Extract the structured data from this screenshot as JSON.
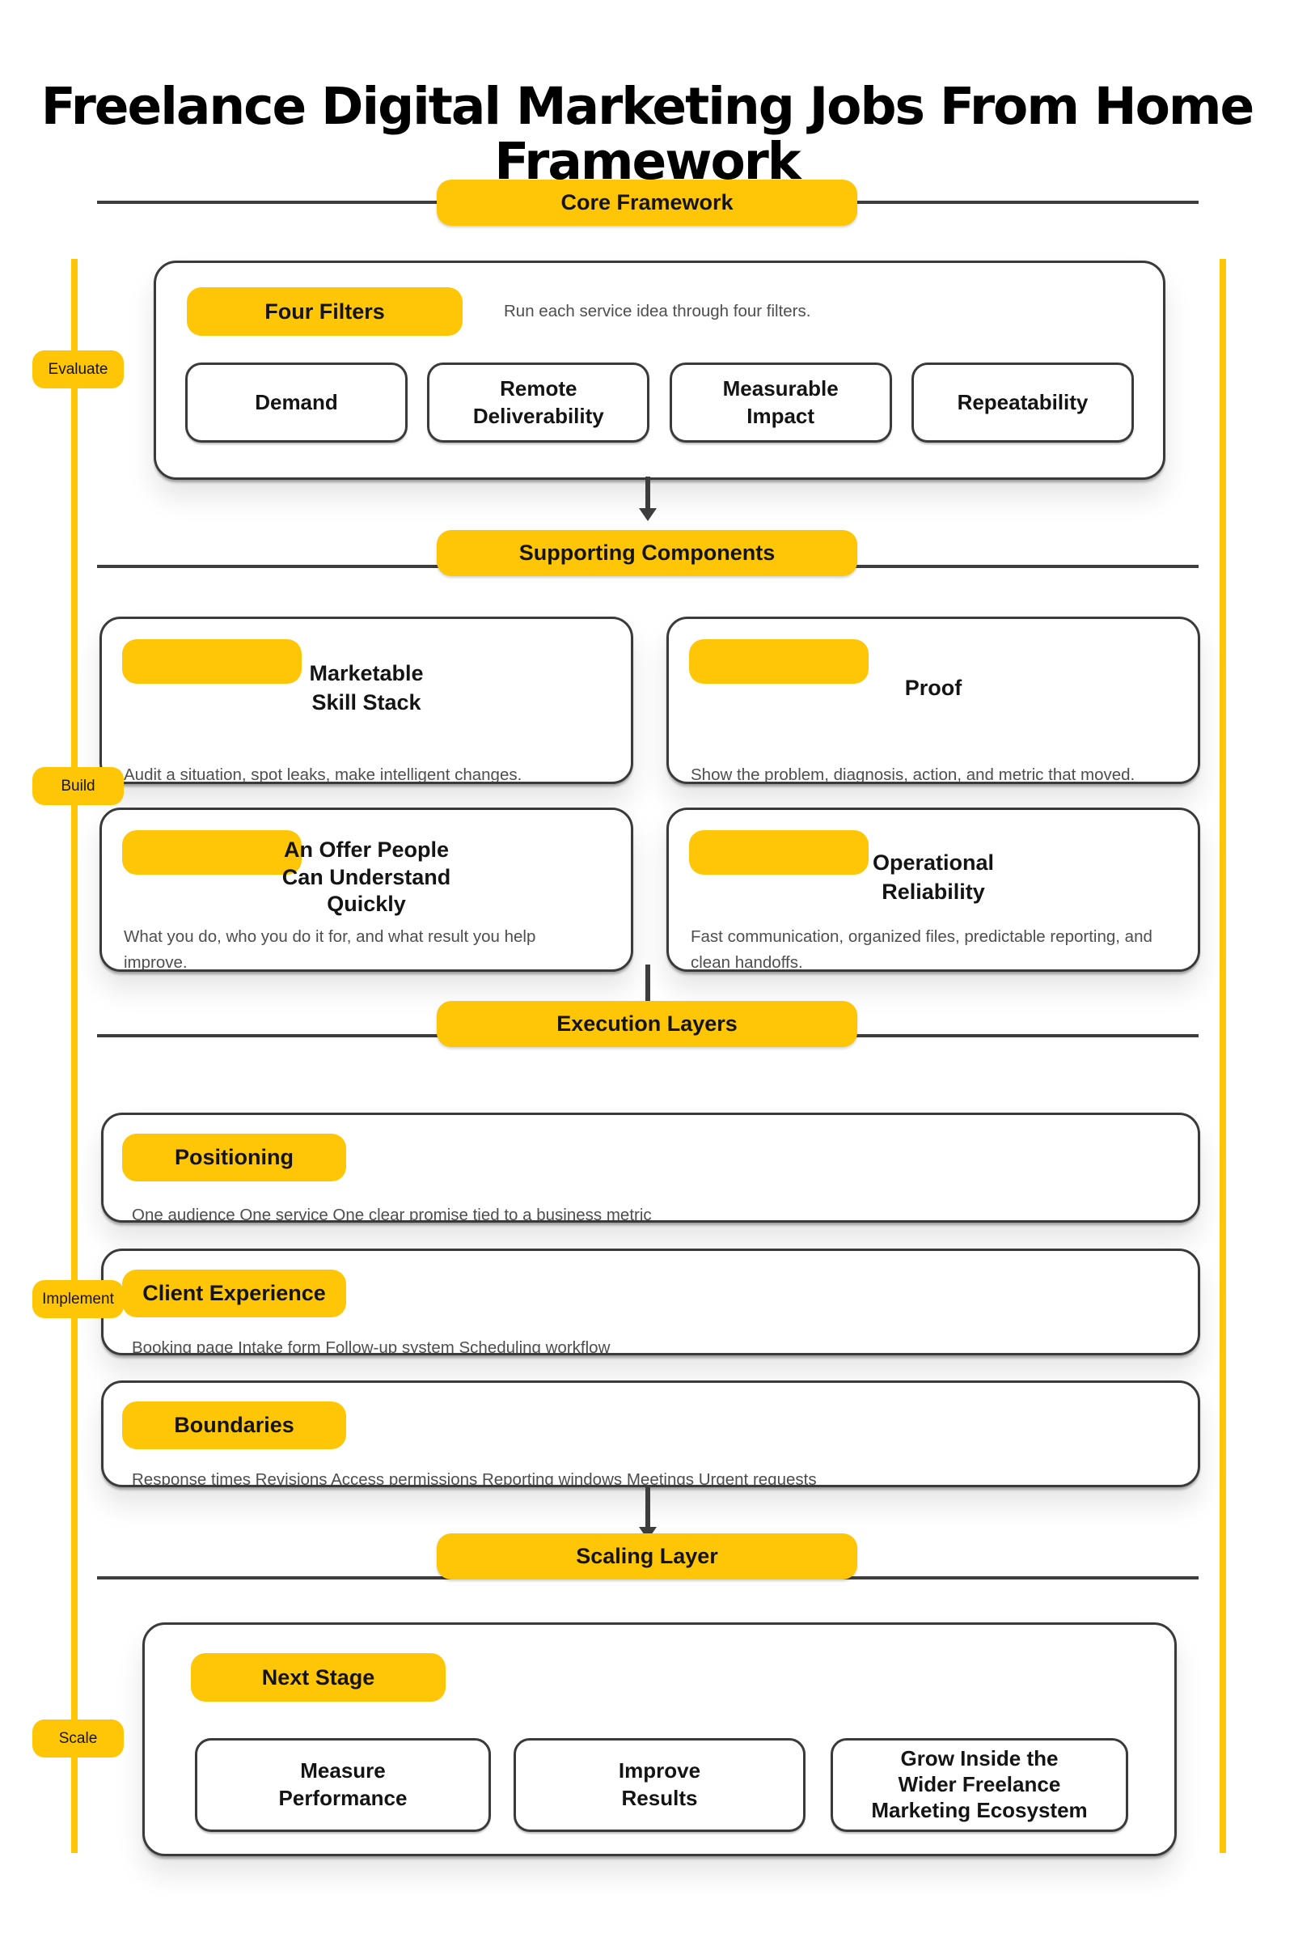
{
  "title": "Freelance Digital Marketing Jobs From Home\nFramework",
  "colors": {
    "accent": "#FFC608",
    "border": "#3A3A3A",
    "muted_text": "#4E4E4E",
    "ink": "#141414"
  },
  "sections": {
    "core": {
      "label": "Core Framework",
      "side_label": "Evaluate",
      "group_label": "Four Filters",
      "group_desc": "Run each service idea through four filters.",
      "filters": [
        "Demand",
        "Remote\nDeliverability",
        "Measurable\nImpact",
        "Repeatability"
      ]
    },
    "supporting": {
      "label": "Supporting Components",
      "side_label": "Build",
      "cards": [
        {
          "title": "Marketable\nSkill Stack",
          "desc": "Audit a situation, spot leaks, make intelligent changes."
        },
        {
          "title": "Proof",
          "desc": "Show the problem, diagnosis, action, and metric that moved."
        },
        {
          "title": "An Offer People\nCan Understand\nQuickly",
          "desc": "What you do, who you do it for, and what result you help improve."
        },
        {
          "title": "Operational\nReliability",
          "desc": "Fast communication, organized files, predictable reporting, and clean handoffs."
        }
      ]
    },
    "execution": {
      "label": "Execution Layers",
      "side_label": "Implement",
      "rows": [
        {
          "title": "Positioning",
          "desc": "One audience One service One clear promise tied to a business metric"
        },
        {
          "title": "Client Experience",
          "desc": "Booking page Intake form Follow-up system Scheduling workflow"
        },
        {
          "title": "Boundaries",
          "desc": "Response times Revisions Access permissions Reporting windows Meetings Urgent requests"
        }
      ]
    },
    "scaling": {
      "label": "Scaling Layer",
      "side_label": "Scale",
      "group_label": "Next Stage",
      "items": [
        "Measure\nPerformance",
        "Improve\nResults",
        "Grow Inside the\nWider Freelance\nMarketing Ecosystem"
      ]
    }
  }
}
